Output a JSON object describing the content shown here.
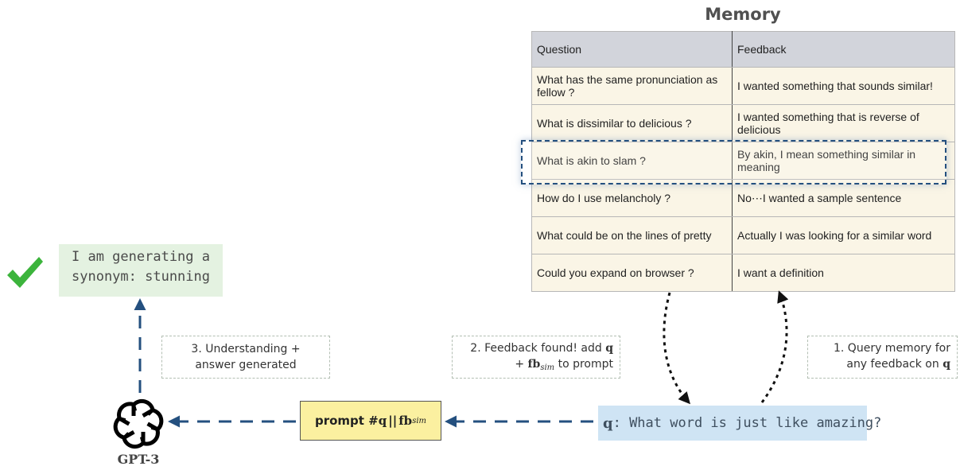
{
  "memory": {
    "title": "Memory",
    "columns": [
      "Question",
      "Feedback"
    ],
    "rows": [
      {
        "question": "What has the same pronunciation as fellow ?",
        "feedback": "I wanted something that sounds similar!"
      },
      {
        "question": "What is dissimilar to delicious ?",
        "feedback": "I wanted something that is reverse of delicious"
      },
      {
        "question": "What is akin to slam ?",
        "feedback": "By akin, I mean something similar in meaning"
      },
      {
        "question": "How do I use melancholy ?",
        "feedback": "No⋯I wanted a sample sentence"
      },
      {
        "question": "What could be on the lines of pretty",
        "feedback": "Actually I was looking for a similar word"
      },
      {
        "question": "Could you expand on browser ?",
        "feedback": "I want a definition"
      }
    ]
  },
  "output": {
    "line1": "I am generating a",
    "line2": "synonym: stunning"
  },
  "steps": {
    "step3": {
      "line1": "3. Understanding +",
      "line2": "answer generated"
    },
    "step2": {
      "line1a": "2. Feedback found! add ",
      "q": "q",
      "line2a": "+ ",
      "fb": "fb",
      "sim": "sim",
      "line2b": " to prompt"
    },
    "step1": {
      "line1": "1. Query memory for",
      "line2a": "any feedback on ",
      "q": "q"
    }
  },
  "prompt": {
    "prefix": "prompt # ",
    "q": "q",
    "sep": "||",
    "fb": "fb",
    "sim": "sim"
  },
  "query": {
    "q": "q",
    "text": ": What word is just like amazing?"
  },
  "model": {
    "label": "GPT-3"
  },
  "colors": {
    "arrow": "#24507f",
    "check": "#3cb43c",
    "prompt_bg": "#fbf0a0",
    "query_bg": "#cfe4f4",
    "output_bg": "#e4f2e1"
  }
}
